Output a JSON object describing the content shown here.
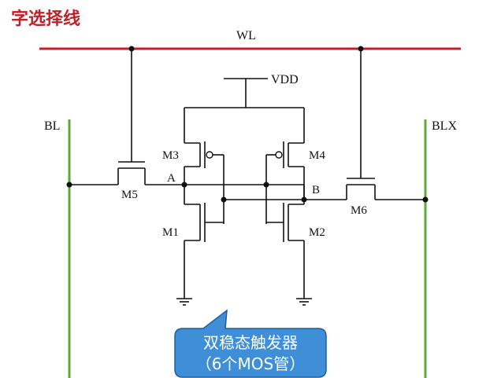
{
  "title": "字选择线",
  "lines": {
    "word_line": "WL",
    "supply": "VDD",
    "bit_line": "BL",
    "bit_line_bar": "BLX"
  },
  "transistors": {
    "m1": "M1",
    "m2": "M2",
    "m3": "M3",
    "m4": "M4",
    "m5": "M5",
    "m6": "M6"
  },
  "nodes": {
    "a": "A",
    "b": "B"
  },
  "callout": {
    "line1": "双稳态触发器",
    "line2": "（6个MOS管）"
  },
  "colors": {
    "title": "#c0202a",
    "word_line": "#c0202a",
    "bit_lines": "#5fa83a",
    "wires": "#111111",
    "callout_fill": "#3f8fd8",
    "callout_border": "#1f5f9f"
  }
}
